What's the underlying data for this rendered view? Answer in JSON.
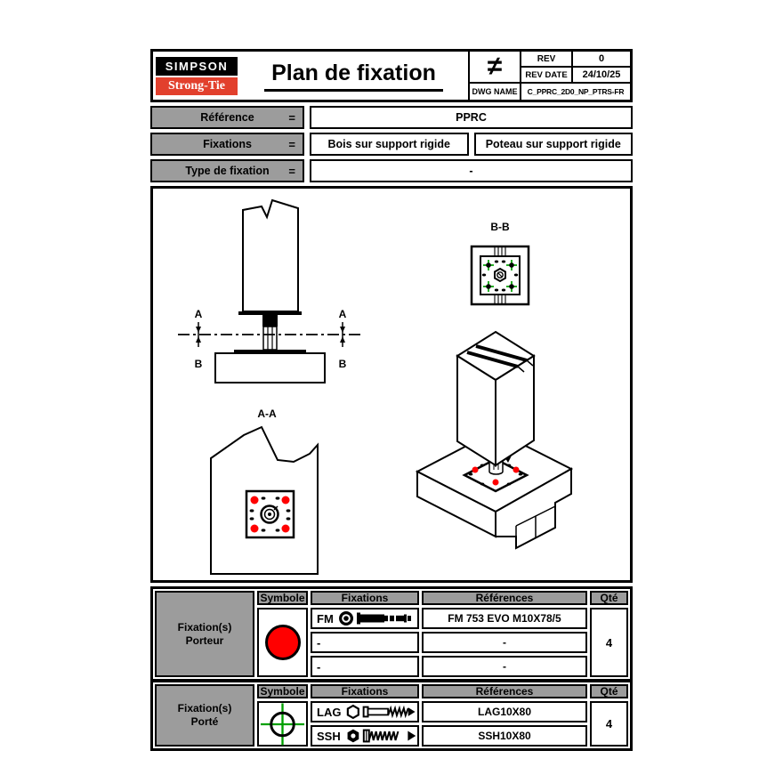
{
  "header": {
    "logo_top": "SIMPSON",
    "logo_bottom": "Strong-Tie",
    "title": "Plan de fixation",
    "ne_symbol": "≠",
    "rev_label": "REV",
    "rev_value": "0",
    "rev_date_label": "REV DATE",
    "rev_date_value": "24/10/25",
    "dwg_name_label": "DWG NAME",
    "dwg_name_value": "C_PPRC_2D0_NP_PTRS-FR"
  },
  "info_table": {
    "rows": [
      {
        "label": "Référence",
        "eq": "=",
        "values": [
          "PPRC"
        ]
      },
      {
        "label": "Fixations",
        "eq": "=",
        "values": [
          "Bois sur support rigide",
          "Poteau sur support rigide"
        ]
      },
      {
        "label": "Type de fixation",
        "eq": "=",
        "values": [
          "-"
        ]
      }
    ]
  },
  "drawing": {
    "elevation": {
      "label_a_left": "A",
      "label_a_right": "A",
      "label_b_left": "B",
      "label_b_right": "B"
    },
    "section_bb_label": "B-B",
    "section_aa_label": "A-A"
  },
  "fixation_tables": [
    {
      "group_line1": "Fixation(s)",
      "group_line2": "Porteur",
      "headers": [
        "Symbole",
        "Fixations",
        "Références",
        "Qté"
      ],
      "symbol": "red-circle",
      "rows": [
        {
          "code": "FM",
          "icon": "fm-wedge-anchor-icon",
          "reference": "FM 753 EVO M10X78/5"
        },
        {
          "code": "-",
          "icon": "",
          "reference": "-"
        },
        {
          "code": "-",
          "icon": "",
          "reference": "-"
        }
      ],
      "qty": "4"
    },
    {
      "group_line1": "Fixation(s)",
      "group_line2": "Porté",
      "headers": [
        "Symbole",
        "Fixations",
        "Références",
        "Qté"
      ],
      "symbol": "green-crosshair",
      "rows": [
        {
          "code": "LAG",
          "icon": "lag-screw-icon",
          "reference": "LAG10X80"
        },
        {
          "code": "SSH",
          "icon": "ssh-screw-icon",
          "reference": "SSH10X80"
        }
      ],
      "qty": "4"
    }
  ],
  "colors": {
    "marker_red": "#ff0000",
    "marker_green": "#00a000",
    "brand_red": "#e2402d",
    "table_gray": "#9c9c9c"
  }
}
